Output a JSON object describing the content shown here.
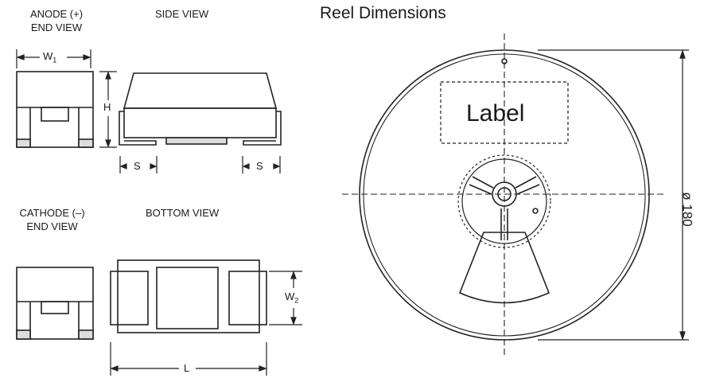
{
  "views": {
    "anode_end": {
      "line1": "ANODE (+)",
      "line2": "END VIEW"
    },
    "side": "SIDE VIEW",
    "cathode_end": {
      "line1": "CATHODE (–)",
      "line2": "END VIEW"
    },
    "bottom": "BOTTOM VIEW"
  },
  "dimensions": {
    "w1_base": "W",
    "w1_sub": "1",
    "h": "H",
    "s_left": "S",
    "s_right": "S",
    "w2_base": "W",
    "w2_sub": "2",
    "l": "L"
  },
  "reel": {
    "title": "Reel Dimensions",
    "label": "Label",
    "diameter": "ø 180"
  }
}
